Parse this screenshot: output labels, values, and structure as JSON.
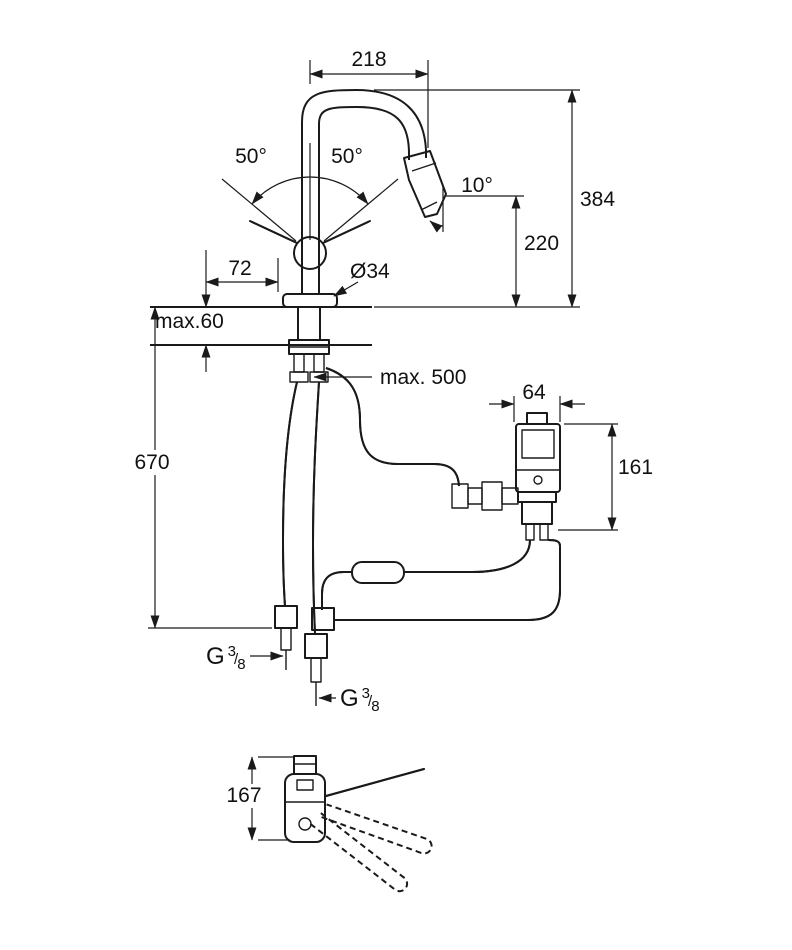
{
  "colors": {
    "background": "#ffffff",
    "line": "#1a1a1a"
  },
  "labels": {
    "spout_reach": "218",
    "total_height": "384",
    "outlet_height": "220",
    "swivel_left": "50°",
    "swivel_right": "50°",
    "spray_angle": "10°",
    "handle_clearance": "72",
    "base_diameter": "Ø34",
    "deck_thickness": "max.60",
    "hose_length": "max. 500",
    "box_width": "64",
    "box_height": "161",
    "install_height": "670",
    "plan_depth": "167",
    "thread_left": {
      "prefix": "G",
      "numerator": "3",
      "slash": "/",
      "denominator": "8"
    },
    "thread_right": {
      "prefix": "G",
      "numerator": "3",
      "slash": "/",
      "denominator": "8"
    }
  }
}
